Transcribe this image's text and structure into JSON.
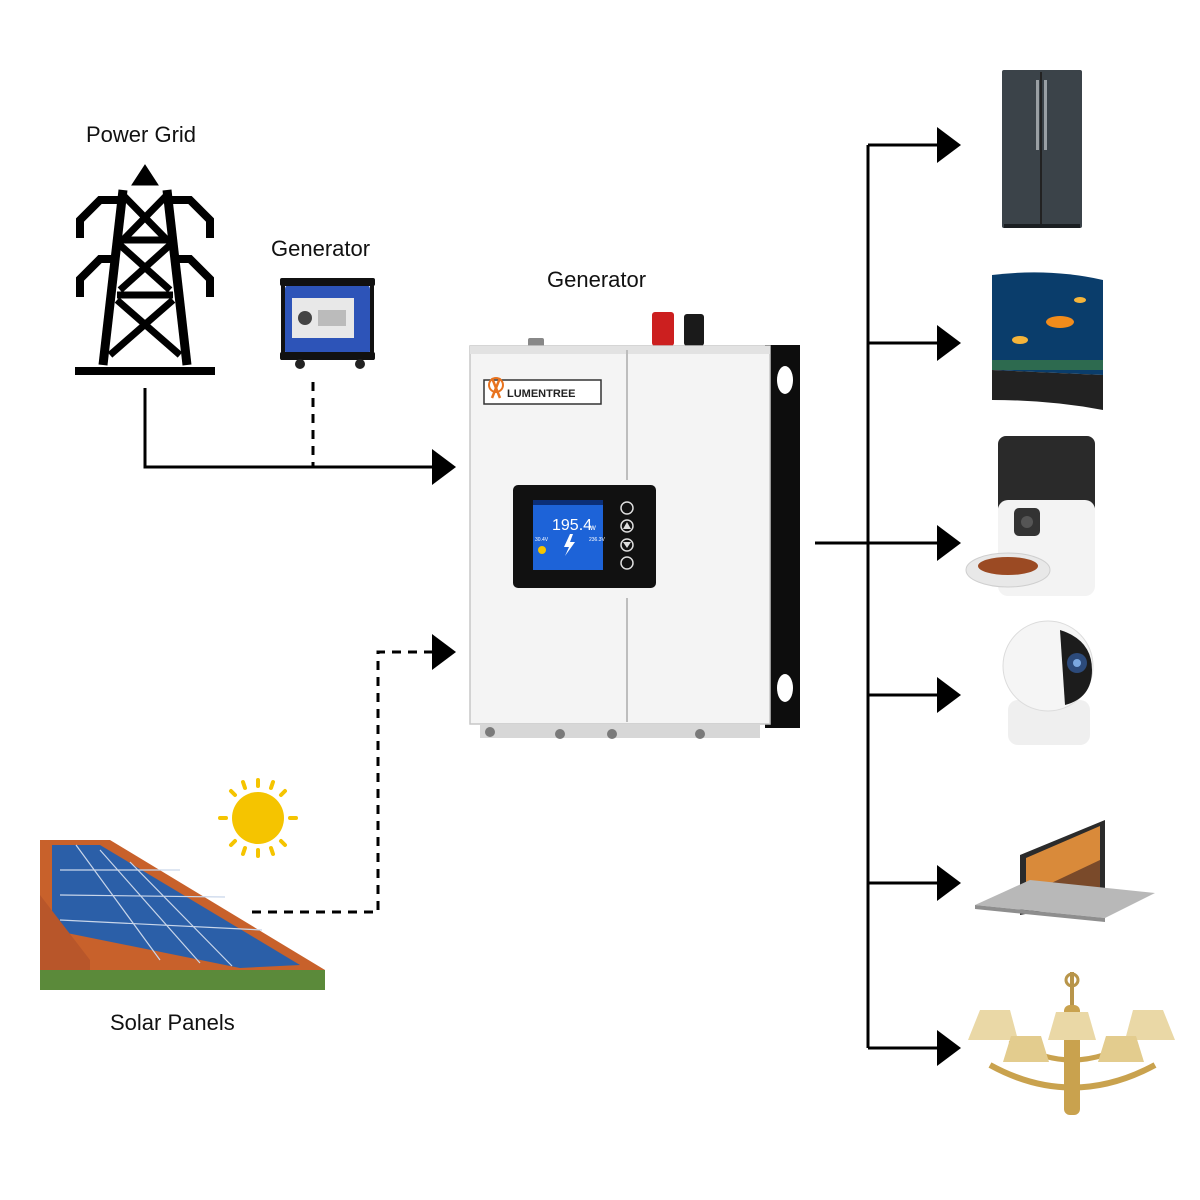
{
  "labels": {
    "power_grid": "Power Grid",
    "generator_small": "Generator",
    "generator_main": "Generator",
    "solar_panels": "Solar Panels"
  },
  "inverter": {
    "brand": "LUMENTREE",
    "screen": {
      "power": "195.4",
      "power_unit": "w",
      "left_voltage": "30.4V",
      "right_voltage": "236.3V"
    }
  },
  "icons": {
    "power_grid": "transmission-tower-icon",
    "generator": "portable-generator-icon",
    "sun": "sun-icon",
    "solar": "solar-roof-icon",
    "loads": [
      "refrigerator-icon",
      "aquarium-icon",
      "pet-feeder-icon",
      "security-camera-icon",
      "laptop-icon",
      "chandelier-icon"
    ]
  },
  "colors": {
    "line": "#000000",
    "sun": "#f5c400",
    "screen": "#1d63d8",
    "panel": "#2b5fa8",
    "roof": "#c8612b"
  }
}
